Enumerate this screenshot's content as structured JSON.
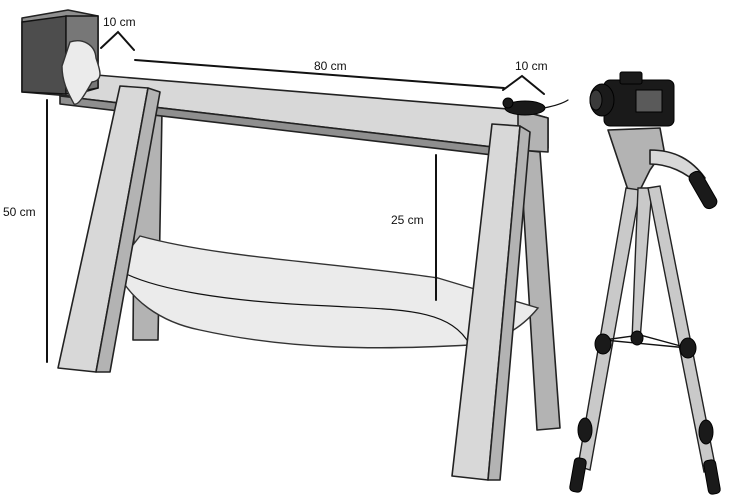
{
  "labels": {
    "top_left_width": "10 cm",
    "beam_length": "80 cm",
    "top_right_width": "10 cm",
    "total_height": "50 cm",
    "hammock_depth": "25 cm"
  }
}
